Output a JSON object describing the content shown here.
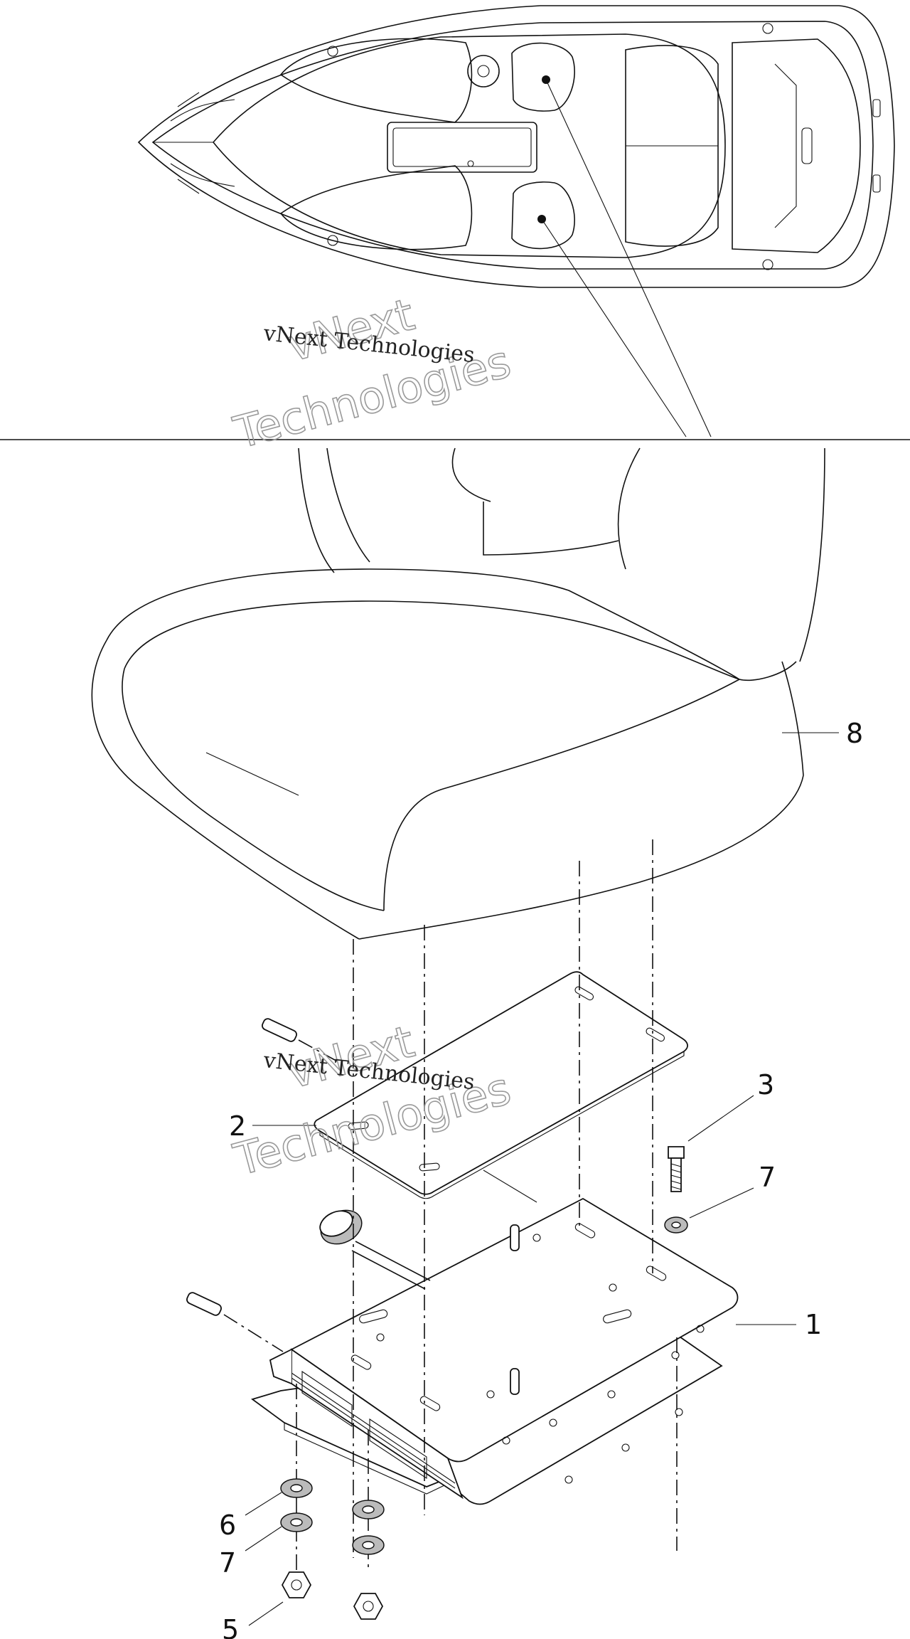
{
  "watermark": {
    "line_small": "vNext Technologies",
    "line_big_1": "vNext",
    "line_big_2": "Technologies"
  },
  "callouts": {
    "c1": "1",
    "c2": "2",
    "c3": "3",
    "c5": "5",
    "c6": "6",
    "c7a": "7",
    "c7b": "7",
    "c8": "8"
  }
}
